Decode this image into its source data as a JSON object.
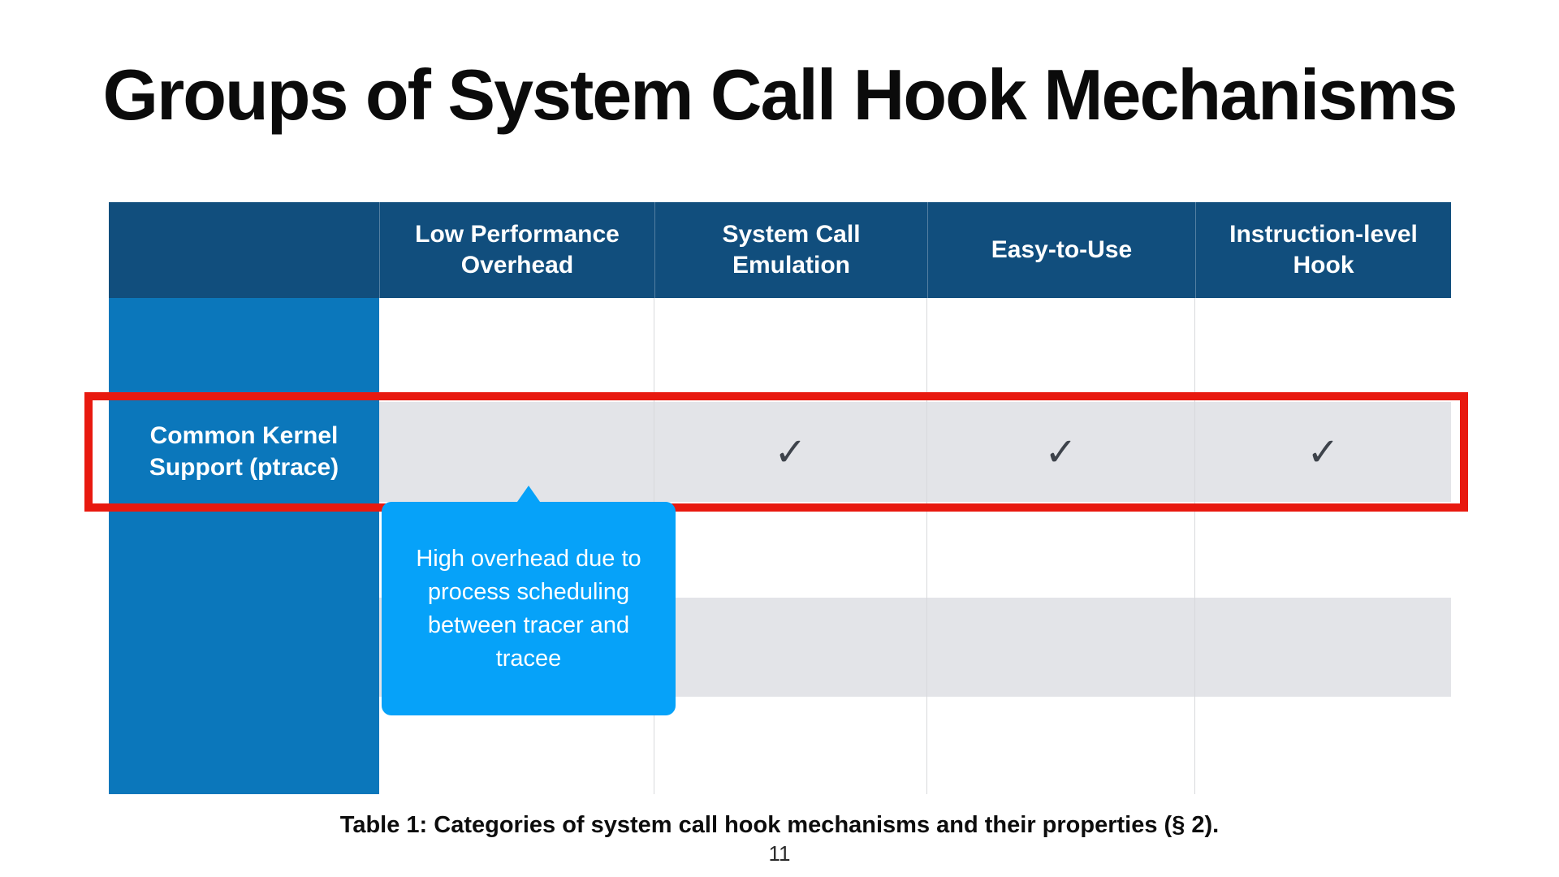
{
  "slide": {
    "title": "Groups of System Call Hook Mechanisms",
    "caption": "Table 1: Categories of system call hook mechanisms and their properties (§ 2).",
    "page_number": "11"
  },
  "table": {
    "columns": [
      "Low Performance\nOverhead",
      "System Call\nEmulation",
      "Easy-to-Use",
      "Instruction-level\nHook"
    ],
    "row_group_label": "Common Kernel\nSupport (ptrace)",
    "check_glyph": "✓",
    "rows": [
      {
        "shaded": false,
        "highlighted": false,
        "cells": [
          "",
          "",
          "",
          ""
        ]
      },
      {
        "shaded": true,
        "highlighted": true,
        "cells": [
          "",
          "✓",
          "✓",
          "✓"
        ]
      },
      {
        "shaded": false,
        "highlighted": false,
        "cells": [
          "",
          "",
          "",
          ""
        ]
      },
      {
        "shaded": true,
        "highlighted": false,
        "cells": [
          "",
          "",
          "",
          ""
        ]
      },
      {
        "shaded": false,
        "highlighted": false,
        "cells": [
          "",
          "",
          "",
          ""
        ]
      }
    ]
  },
  "callout": {
    "text": "High overhead due to\nprocess scheduling\nbetween tracer and\ntracee"
  },
  "colors": {
    "header_bg": "#114E7D",
    "row_label_bg": "#0B77BB",
    "shaded_row_bg": "#E3E4E8",
    "gridline": "#D8D9DC",
    "callout_bg": "#06A2F9",
    "highlight_border": "#E8190F",
    "check_color": "#3E434B"
  }
}
